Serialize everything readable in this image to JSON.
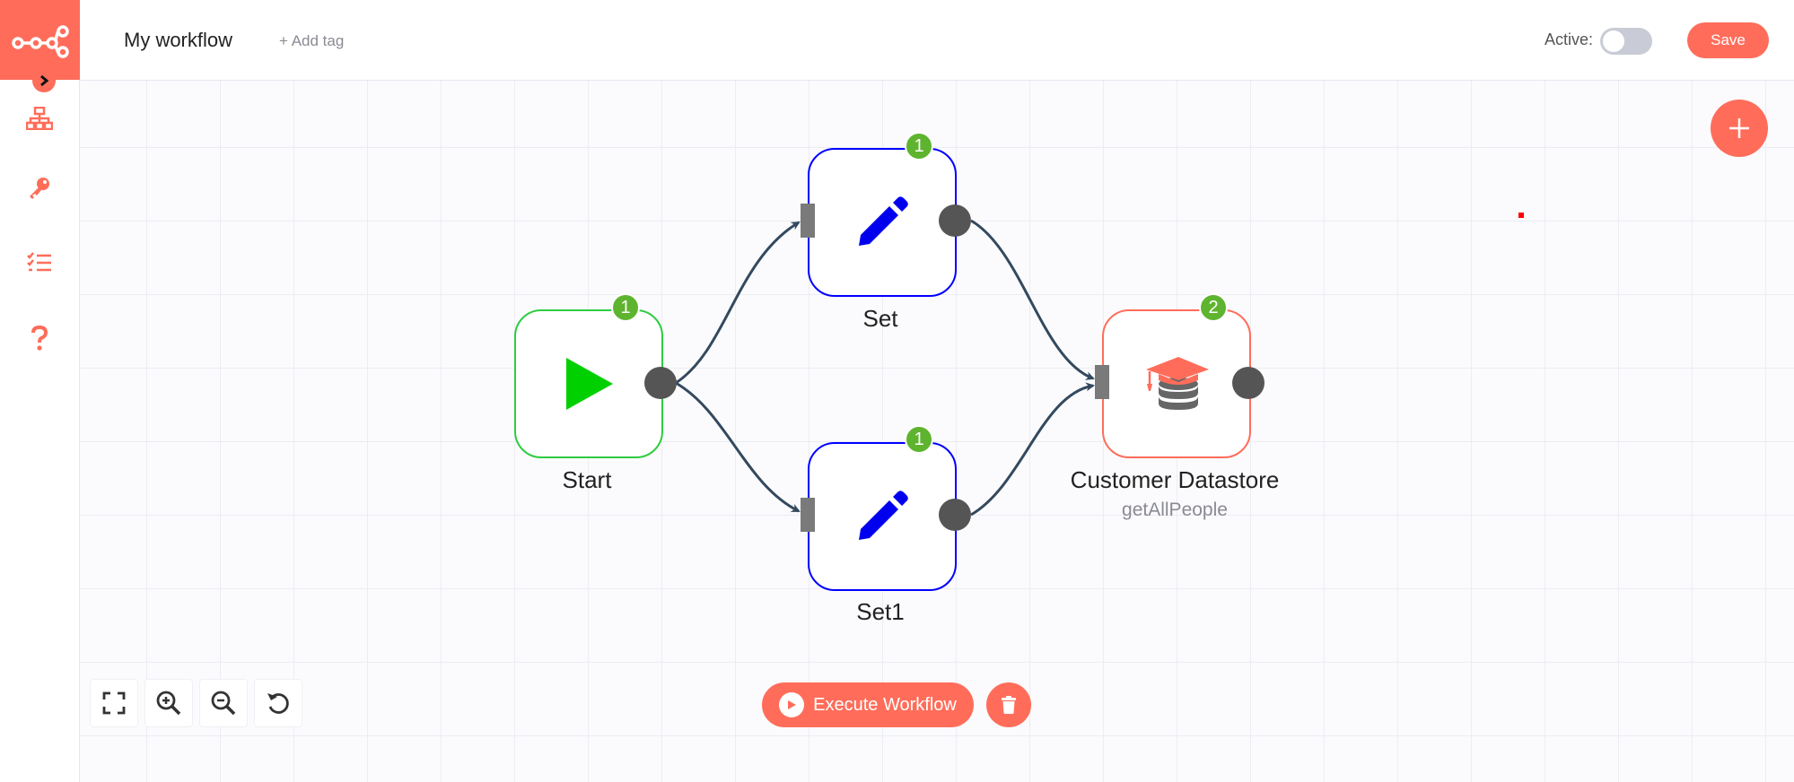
{
  "header": {
    "workflow_name": "My workflow",
    "add_tag_label": "+ Add tag",
    "active_label": "Active:",
    "active": false,
    "save_label": "Save"
  },
  "sidebar": {
    "items": [
      {
        "name": "workflows",
        "icon": "sitemap-icon"
      },
      {
        "name": "credentials",
        "icon": "key-icon"
      },
      {
        "name": "executions",
        "icon": "tasks-list-icon"
      },
      {
        "name": "help",
        "icon": "question-icon"
      }
    ]
  },
  "nodes": {
    "start": {
      "label": "Start",
      "badge": "1",
      "border_color": "#2ecc40",
      "icon": "play-icon"
    },
    "set": {
      "label": "Set",
      "badge": "1",
      "border_color": "#0000ff",
      "icon": "pencil-icon"
    },
    "set1": {
      "label": "Set1",
      "badge": "1",
      "border_color": "#0000ff",
      "icon": "pencil-icon"
    },
    "datastore": {
      "label": "Customer Datastore",
      "subtitle": "getAllPeople",
      "badge": "2",
      "border_color": "#ff6d5a",
      "icon": "graduation-cap-database-icon"
    }
  },
  "controls": {
    "execute_label": "Execute Workflow",
    "zoom_buttons": [
      "fit-view-icon",
      "zoom-in-icon",
      "zoom-out-icon",
      "reset-zoom-icon"
    ]
  },
  "colors": {
    "accent": "#ff6d5a",
    "badge": "#5fb42f",
    "edge": "#34495e"
  }
}
